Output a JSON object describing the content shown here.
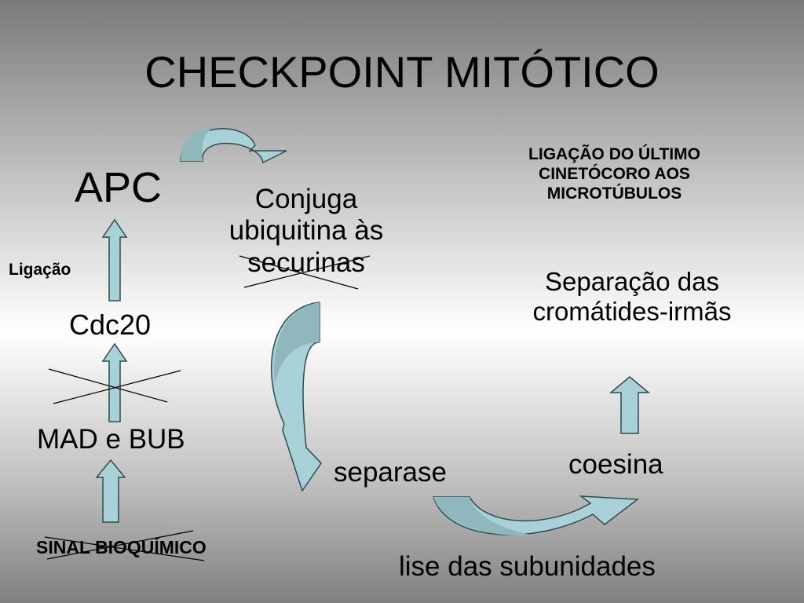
{
  "title": "CHECKPOINT MITÓTICO",
  "colors": {
    "arrow_fill": "#a9d2d8",
    "arrow_dark": "#8fb7bc",
    "arrow_stroke": "#2f4a4d"
  },
  "nodes": {
    "apc": "APC",
    "ligacao": "Ligação",
    "cdc20": "Cdc20",
    "mad_bub": "MAD e BUB",
    "sinal": "SINAL BIOQUÍMICO",
    "conjuga": [
      "Conjuga",
      "ubiquitina às",
      "securinas"
    ],
    "separase": "separase",
    "lise": "lise das subunidades",
    "coesina": "coesina",
    "separacao": [
      "Separação das",
      "cromátides-irmãs"
    ],
    "ligacao_ultimo": [
      "LIGAÇÃO DO ÚLTIMO",
      "CINETÓCORO AOS",
      "MICROTÚBULOS"
    ]
  }
}
